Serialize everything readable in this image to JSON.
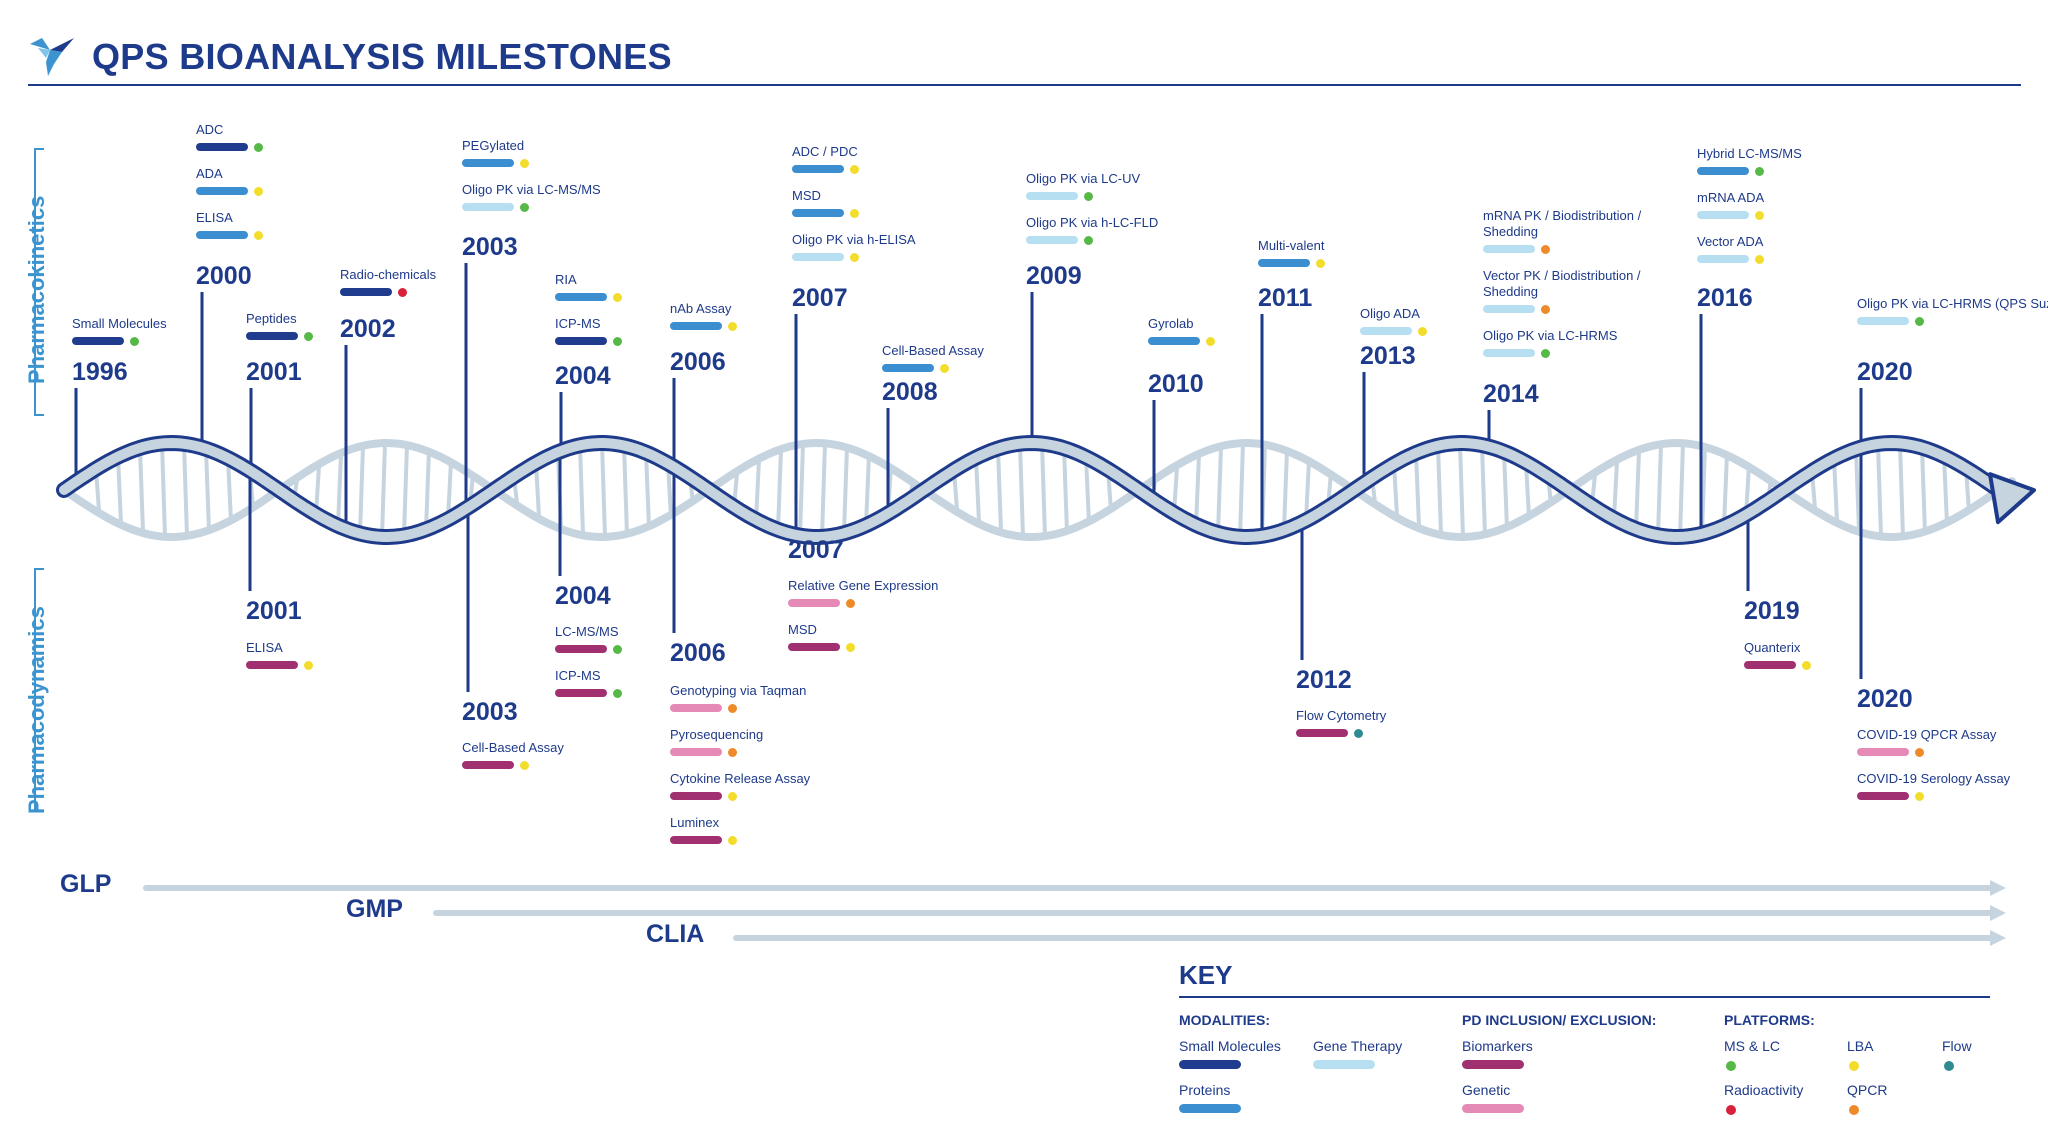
{
  "header": {
    "title": "QPS BIOANALYSIS MILESTONES"
  },
  "sections": {
    "pk": "Pharmacokinetics",
    "pd": "Pharmacodynamics"
  },
  "colors": {
    "small_molecules": "#1f3c8f",
    "proteins": "#3b8fd0",
    "gene_therapy": "#b6dff2",
    "biomarkers": "#a0306f",
    "genetic": "#e58ab6",
    "ms_lc": "#56b947",
    "lba": "#f2dd2c",
    "flow": "#2f8a92",
    "radioactivity": "#d8213a",
    "qpcr": "#ef8a2b"
  },
  "pk_groups": [
    {
      "year": "1996",
      "items": [
        {
          "label": "Small Molecules",
          "bar": "small_molecules",
          "dot": "ms_lc"
        }
      ]
    },
    {
      "year": "2000",
      "items": [
        {
          "label": "ADC",
          "bar": "small_molecules",
          "dot": "ms_lc"
        },
        {
          "label": "ADA",
          "bar": "proteins",
          "dot": "lba"
        },
        {
          "label": "ELISA",
          "bar": "proteins",
          "dot": "lba"
        }
      ]
    },
    {
      "year": "2001",
      "items": [
        {
          "label": "Peptides",
          "bar": "small_molecules",
          "dot": "ms_lc"
        }
      ]
    },
    {
      "year": "2002",
      "items": [
        {
          "label": "Radio-chemicals",
          "bar": "small_molecules",
          "dot": "radioactivity"
        }
      ]
    },
    {
      "year": "2003",
      "items": [
        {
          "label": "PEGylated",
          "bar": "proteins",
          "dot": "lba"
        },
        {
          "label": "Oligo PK via LC-MS/MS",
          "bar": "gene_therapy",
          "dot": "ms_lc"
        }
      ]
    },
    {
      "year": "2004",
      "items": [
        {
          "label": "RIA",
          "bar": "proteins",
          "dot": "lba"
        },
        {
          "label": "ICP-MS",
          "bar": "small_molecules",
          "dot": "ms_lc"
        }
      ]
    },
    {
      "year": "2006",
      "items": [
        {
          "label": "nAb Assay",
          "bar": "proteins",
          "dot": "lba"
        }
      ]
    },
    {
      "year": "2007",
      "items": [
        {
          "label": "ADC / PDC",
          "bar": "proteins",
          "dot": "lba"
        },
        {
          "label": "MSD",
          "bar": "proteins",
          "dot": "lba"
        },
        {
          "label": "Oligo PK via h-ELISA",
          "bar": "gene_therapy",
          "dot": "lba"
        }
      ]
    },
    {
      "year": "2008",
      "items": [
        {
          "label": "Cell-Based Assay",
          "bar": "proteins",
          "dot": "lba"
        }
      ]
    },
    {
      "year": "2009",
      "items": [
        {
          "label": "Oligo PK via LC-UV",
          "bar": "gene_therapy",
          "dot": "ms_lc"
        },
        {
          "label": "Oligo PK via h-LC-FLD",
          "bar": "gene_therapy",
          "dot": "ms_lc"
        }
      ]
    },
    {
      "year": "2010",
      "items": [
        {
          "label": "Gyrolab",
          "bar": "proteins",
          "dot": "lba"
        }
      ]
    },
    {
      "year": "2011",
      "items": [
        {
          "label": "Multi-valent",
          "bar": "proteins",
          "dot": "lba"
        }
      ]
    },
    {
      "year": "2013",
      "items": [
        {
          "label": "Oligo ADA",
          "bar": "gene_therapy",
          "dot": "lba"
        }
      ]
    },
    {
      "year": "2014",
      "items": [
        {
          "label": "mRNA PK / Biodistribution / Shedding",
          "bar": "gene_therapy",
          "dot": "qpcr"
        },
        {
          "label": "Vector PK / Biodistribution / Shedding",
          "bar": "gene_therapy",
          "dot": "qpcr"
        },
        {
          "label": "Oligo PK via LC-HRMS",
          "bar": "gene_therapy",
          "dot": "ms_lc"
        }
      ]
    },
    {
      "year": "2016",
      "items": [
        {
          "label": "Hybrid LC-MS/MS",
          "bar": "proteins",
          "dot": "ms_lc"
        },
        {
          "label": "mRNA ADA",
          "bar": "gene_therapy",
          "dot": "lba"
        },
        {
          "label": "Vector ADA",
          "bar": "gene_therapy",
          "dot": "lba"
        }
      ]
    },
    {
      "year": "2020",
      "items": [
        {
          "label": "Oligo PK via LC-HRMS (QPS Suzhou)",
          "bar": "gene_therapy",
          "dot": "ms_lc"
        }
      ]
    }
  ],
  "pd_groups": [
    {
      "year": "2001",
      "items": [
        {
          "label": "ELISA",
          "bar": "biomarkers",
          "dot": "lba"
        }
      ]
    },
    {
      "year": "2003",
      "items": [
        {
          "label": "Cell-Based Assay",
          "bar": "biomarkers",
          "dot": "lba"
        }
      ]
    },
    {
      "year": "2004",
      "items": [
        {
          "label": "LC-MS/MS",
          "bar": "biomarkers",
          "dot": "ms_lc"
        },
        {
          "label": "ICP-MS",
          "bar": "biomarkers",
          "dot": "ms_lc"
        }
      ]
    },
    {
      "year": "2006",
      "items": [
        {
          "label": "Genotyping via Taqman",
          "bar": "genetic",
          "dot": "qpcr"
        },
        {
          "label": "Pyrosequencing",
          "bar": "genetic",
          "dot": "qpcr"
        },
        {
          "label": "Cytokine Release Assay",
          "bar": "biomarkers",
          "dot": "lba"
        },
        {
          "label": "Luminex",
          "bar": "biomarkers",
          "dot": "lba"
        }
      ]
    },
    {
      "year": "2007",
      "items": [
        {
          "label": "Relative Gene Expression",
          "bar": "genetic",
          "dot": "qpcr"
        },
        {
          "label": "MSD",
          "bar": "biomarkers",
          "dot": "lba"
        }
      ]
    },
    {
      "year": "2012",
      "items": [
        {
          "label": "Flow Cytometry",
          "bar": "biomarkers",
          "dot": "flow"
        }
      ]
    },
    {
      "year": "2019",
      "items": [
        {
          "label": "Quanterix",
          "bar": "biomarkers",
          "dot": "lba"
        }
      ]
    },
    {
      "year": "2020",
      "items": [
        {
          "label": "COVID-19 QPCR Assay",
          "bar": "genetic",
          "dot": "qpcr"
        },
        {
          "label": "COVID-19 Serology Assay",
          "bar": "biomarkers",
          "dot": "lba"
        }
      ]
    }
  ],
  "regulatory": [
    "GLP",
    "GMP",
    "CLIA"
  ],
  "key": {
    "title": "KEY",
    "modalities": {
      "heading": "MODALITIES:",
      "small_molecules": "Small Molecules",
      "gene_therapy": "Gene Therapy",
      "proteins": "Proteins"
    },
    "pd": {
      "heading": "PD INCLUSION/ EXCLUSION:",
      "biomarkers": "Biomarkers",
      "genetic": "Genetic"
    },
    "platforms": {
      "heading": "PLATFORMS:",
      "ms_lc": "MS & LC",
      "lba": "LBA",
      "flow": "Flow",
      "radioactivity": "Radioactivity",
      "qpcr": "QPCR"
    }
  }
}
